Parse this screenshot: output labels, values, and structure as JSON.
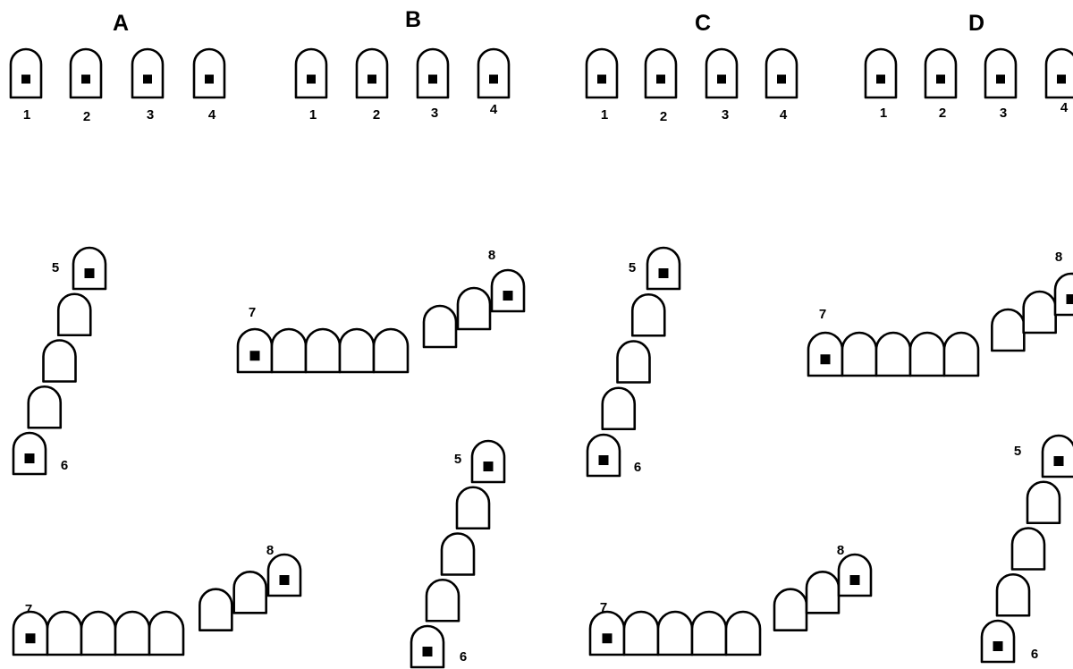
{
  "panels": [
    {
      "letter": "A",
      "positions": [
        "1",
        "2",
        "3",
        "4"
      ]
    },
    {
      "letter": "B",
      "positions": [
        "1",
        "2",
        "3",
        "4"
      ]
    },
    {
      "letter": "C",
      "positions": [
        "1",
        "2",
        "3",
        "4"
      ]
    },
    {
      "letter": "D",
      "positions": [
        "1",
        "2",
        "3",
        "4"
      ]
    }
  ],
  "tracks": {
    "diagonal": {
      "start": "5",
      "end": "6"
    },
    "horizontal": {
      "start": "7",
      "end": "8"
    }
  }
}
